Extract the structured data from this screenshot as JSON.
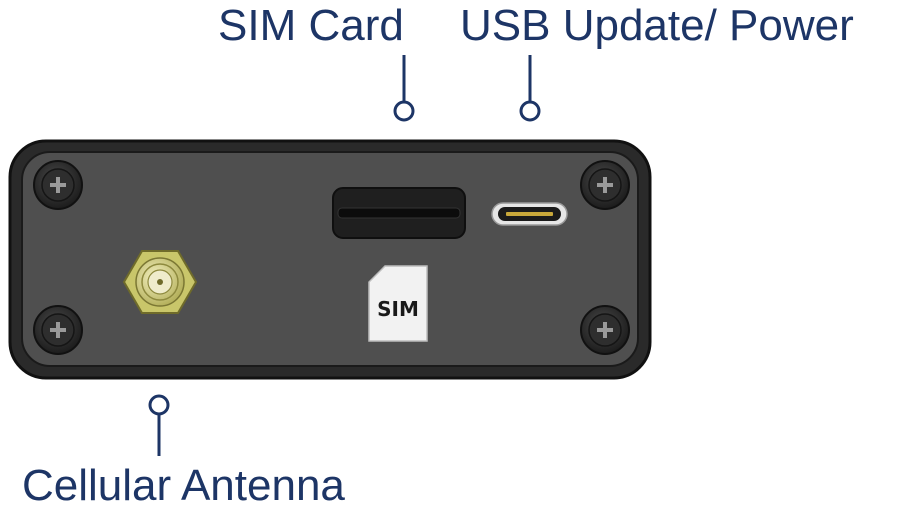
{
  "callouts": {
    "sim_card": "SIM Card",
    "usb_power": "USB Update/ Power",
    "cellular_antenna": "Cellular Antenna"
  },
  "device": {
    "sim_tray_label": "SIM"
  },
  "colors": {
    "label_text": "#1d3566",
    "leader_line": "#1d3566",
    "enclosure_outer": "#1f1f1f",
    "enclosure_face": "#4d4d4d",
    "antenna_connector": "#c9c66a",
    "sim_card": "#f2f2f2"
  },
  "icons": [
    "phillips-screw-icon",
    "sma-antenna-connector-icon",
    "usb-c-port-icon",
    "sim-slot-icon",
    "sim-card-icon"
  ]
}
